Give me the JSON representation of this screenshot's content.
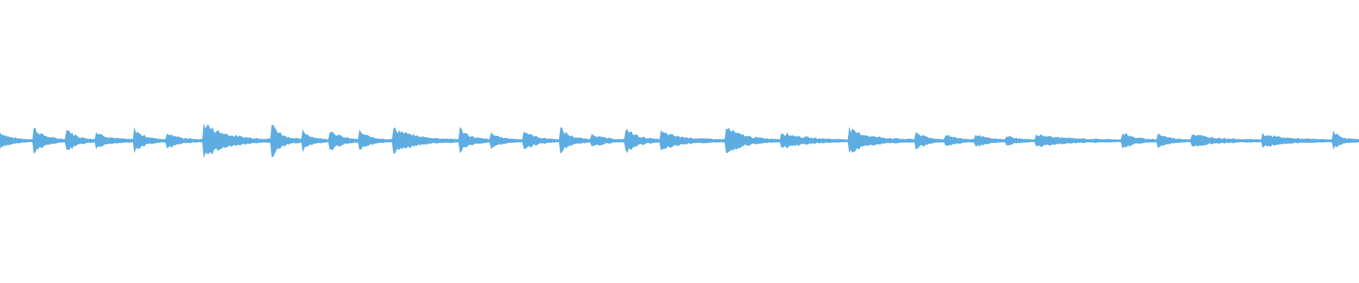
{
  "waveform": {
    "color": "#5dade2",
    "background": "#ffffff",
    "onsets": [
      0,
      0.024,
      0.048,
      0.07,
      0.098,
      0.122,
      0.149,
      0.2,
      0.222,
      0.242,
      0.264,
      0.289,
      0.338,
      0.361,
      0.385,
      0.412,
      0.435,
      0.46,
      0.486,
      0.534,
      0.575,
      0.625,
      0.673,
      0.695,
      0.717,
      0.74,
      0.762,
      0.826,
      0.852,
      0.877,
      0.929,
      0.981
    ],
    "peaks": [
      0.24,
      0.44,
      0.42,
      0.28,
      0.38,
      0.25,
      0.56,
      0.53,
      0.33,
      0.4,
      0.28,
      0.38,
      0.38,
      0.22,
      0.3,
      0.39,
      0.22,
      0.4,
      0.26,
      0.4,
      0.24,
      0.34,
      0.3,
      0.22,
      0.22,
      0.15,
      0.17,
      0.23,
      0.2,
      0.18,
      0.18,
      0.25
    ],
    "noise_floor": 0.035
  }
}
